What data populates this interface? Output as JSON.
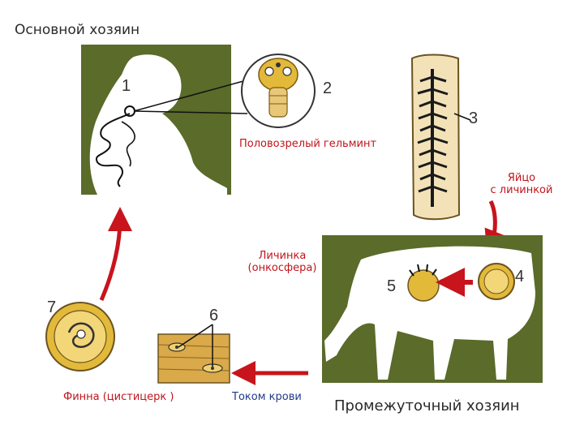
{
  "titles": {
    "definitive_host": "Основной хозяин",
    "intermediate_host": "Промежуточный хозяин"
  },
  "stages": {
    "adult_worm": "Половозрелый гельминт",
    "egg_line1": "Яйцо",
    "egg_line2": "с личинкой",
    "larva_line1": "Личинка",
    "larva_line2": "(онкосфера)",
    "blood_flow": "Током крови",
    "cysticercus": "Финна (цистицерк )"
  },
  "numbers": [
    "1",
    "2",
    "3",
    "4",
    "5",
    "6",
    "7"
  ],
  "colors": {
    "panel_green": "#5a6b2a",
    "arrow_red": "#c8141c",
    "egg_yellow": "#e3b93a",
    "worm_body": "#e8c878",
    "label_red": "#c0141c",
    "label_blue": "#1f3a8a"
  }
}
